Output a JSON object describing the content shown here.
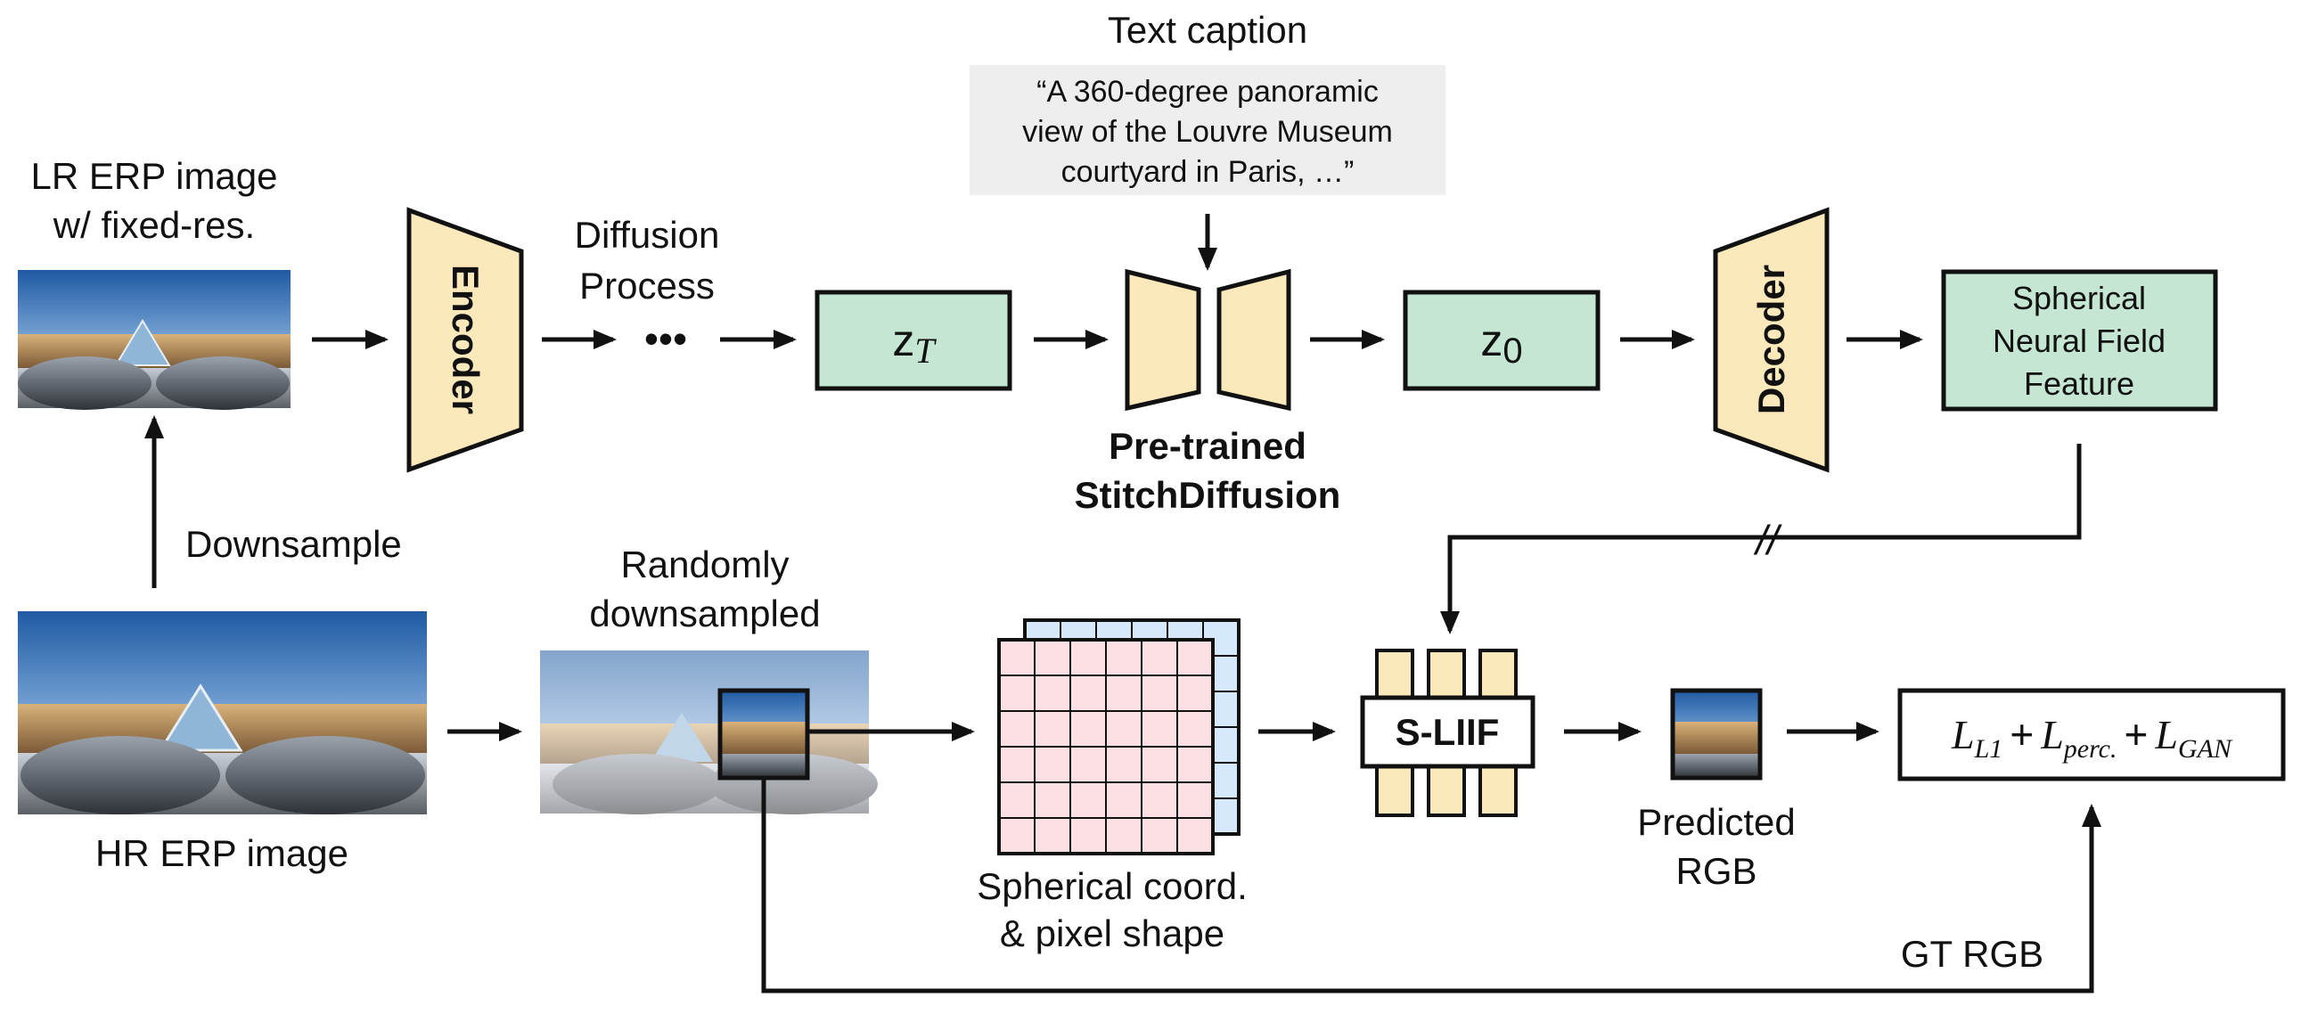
{
  "colors": {
    "box_green": "#c4e6d3",
    "box_yellow": "#fbe9bb",
    "caption_bg": "#eeeeee",
    "grid_pink": "#fde0e4",
    "grid_blue": "#d5e9fb",
    "line": "#111111"
  },
  "labels": {
    "lr_line1": "LR ERP image",
    "lr_line2": "w/ fixed-res.",
    "hr": "HR ERP image",
    "downsample": "Downsample",
    "encoder": "Encoder",
    "decoder": "Decoder",
    "diffusion_line1": "Diffusion",
    "diffusion_line2": "Process",
    "ellipsis": "•••",
    "zT_base": "z",
    "zT_sub": "T",
    "z0_base": "z",
    "z0_sub": "0",
    "text_caption_title": "Text caption",
    "caption_line1": "“A 360-degree panoramic",
    "caption_line2": "view of the Louvre Museum",
    "caption_line3": "courtyard in Paris, …”",
    "pretrained_line1": "Pre-trained",
    "pretrained_line2": "StitchDiffusion",
    "snf_line1": "Spherical",
    "snf_line2": "Neural Field",
    "snf_line3": "Feature",
    "rand_line1": "Randomly",
    "rand_line2": "downsampled",
    "coord_line1": "Spherical coord.",
    "coord_line2": "& pixel shape",
    "sliif": "S-LIIF",
    "pred_line1": "Predicted",
    "pred_line2": "RGB",
    "gt_rgb": "GT RGB",
    "loss_L": "L",
    "loss_L1_sub": "L1",
    "loss_plus": "+",
    "loss_perc_sub": "perc.",
    "loss_gan_sub": "GAN",
    "stopgrad": "//"
  }
}
